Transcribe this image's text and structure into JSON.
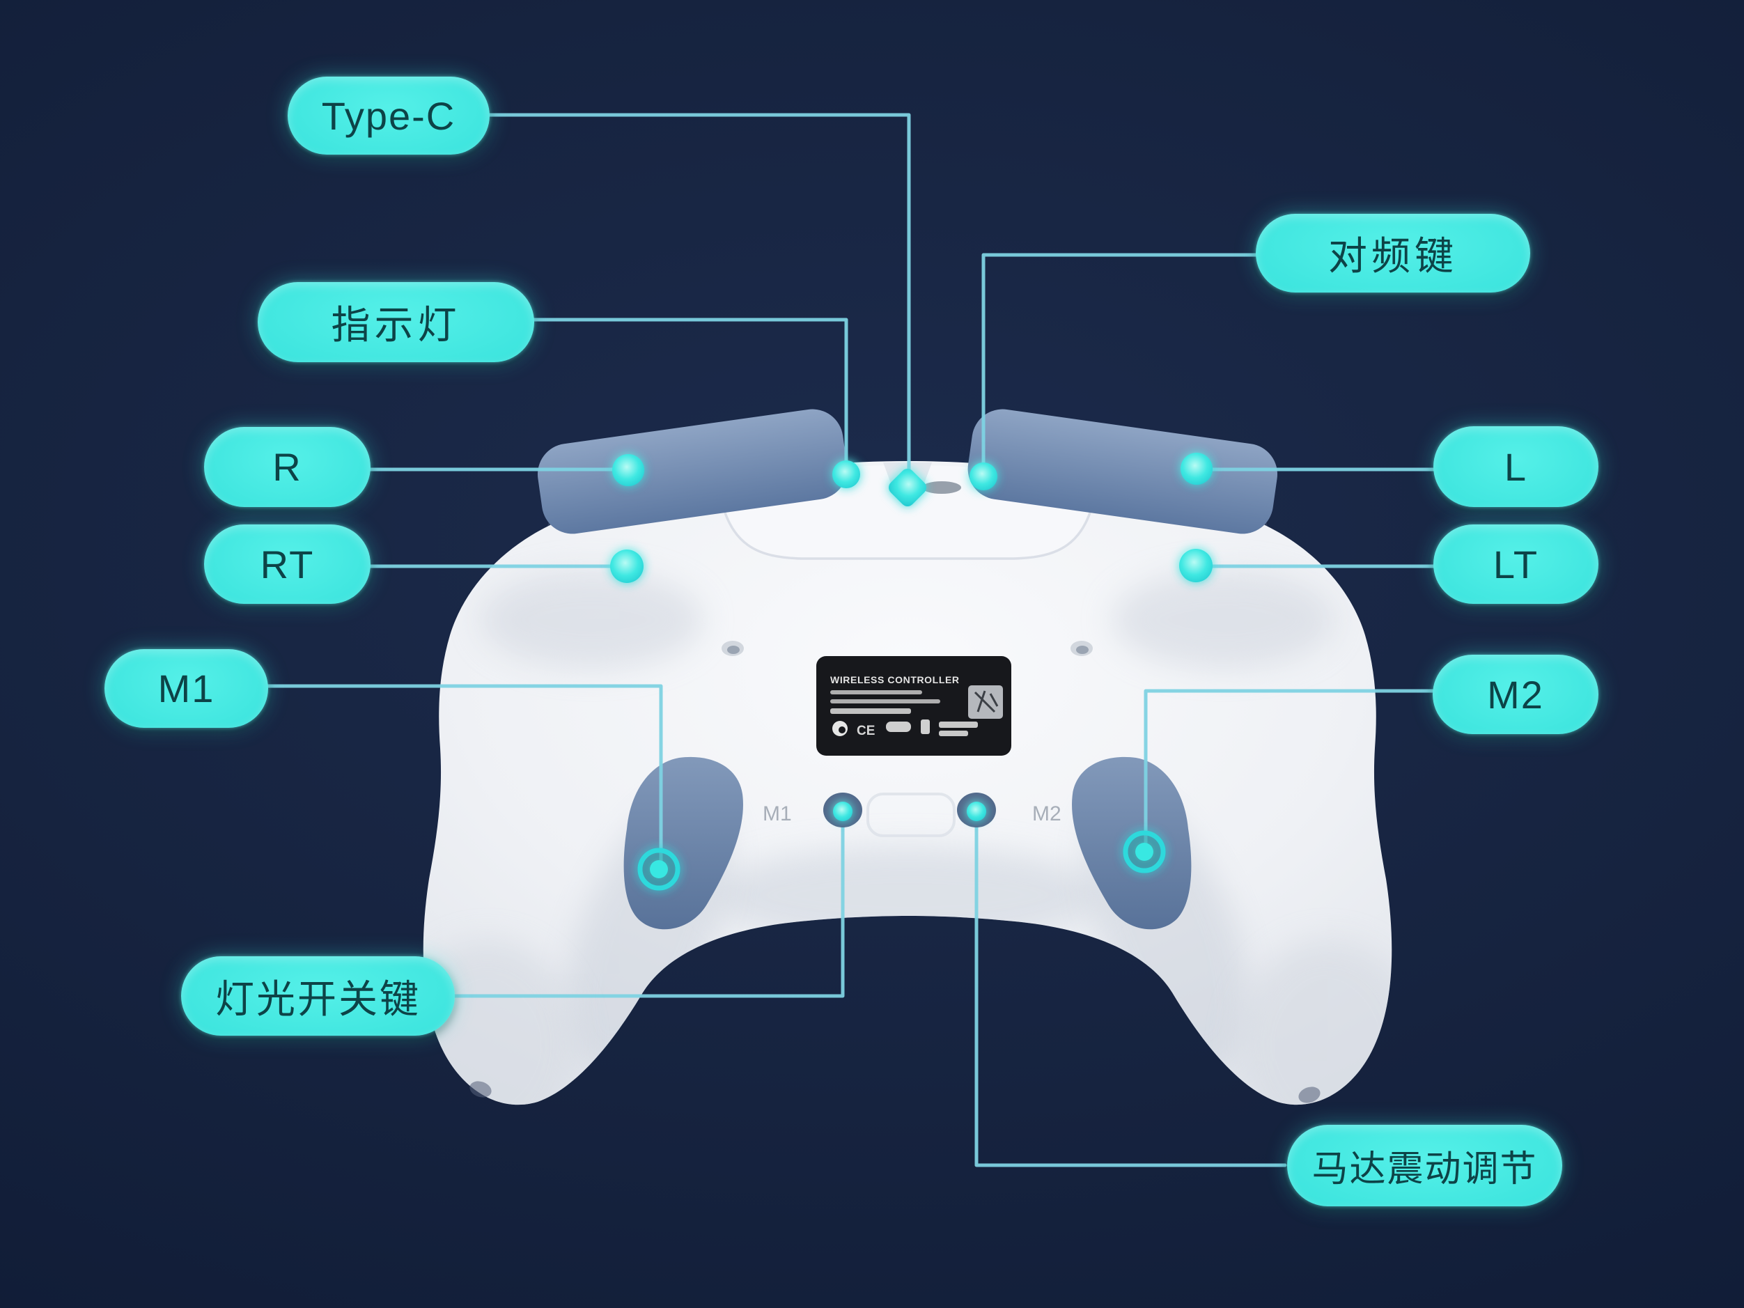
{
  "labels": {
    "type_c": "Type-C",
    "pairing": "对频键",
    "indicator": "指示灯",
    "r": "R",
    "rt": "RT",
    "l": "L",
    "lt": "LT",
    "m1": "M1",
    "m2": "M2",
    "light_switch": "灯光开关键",
    "motor": "马达震动调节"
  },
  "sticker": {
    "title": "WIRELESS CONTROLLER",
    "ce_mark": "CE"
  },
  "shell_prints": {
    "m1": "M1",
    "m2": "M2"
  },
  "colors": {
    "background": "#16233f",
    "pill_fill": "#38e2dc",
    "pill_text": "#0d4347",
    "connector": "#7ed2e2",
    "glow_dot": "#35e6e2",
    "body_white": "#f0f2f5",
    "slate_blue": "#6e86aa",
    "sticker_bg": "#17181c"
  }
}
